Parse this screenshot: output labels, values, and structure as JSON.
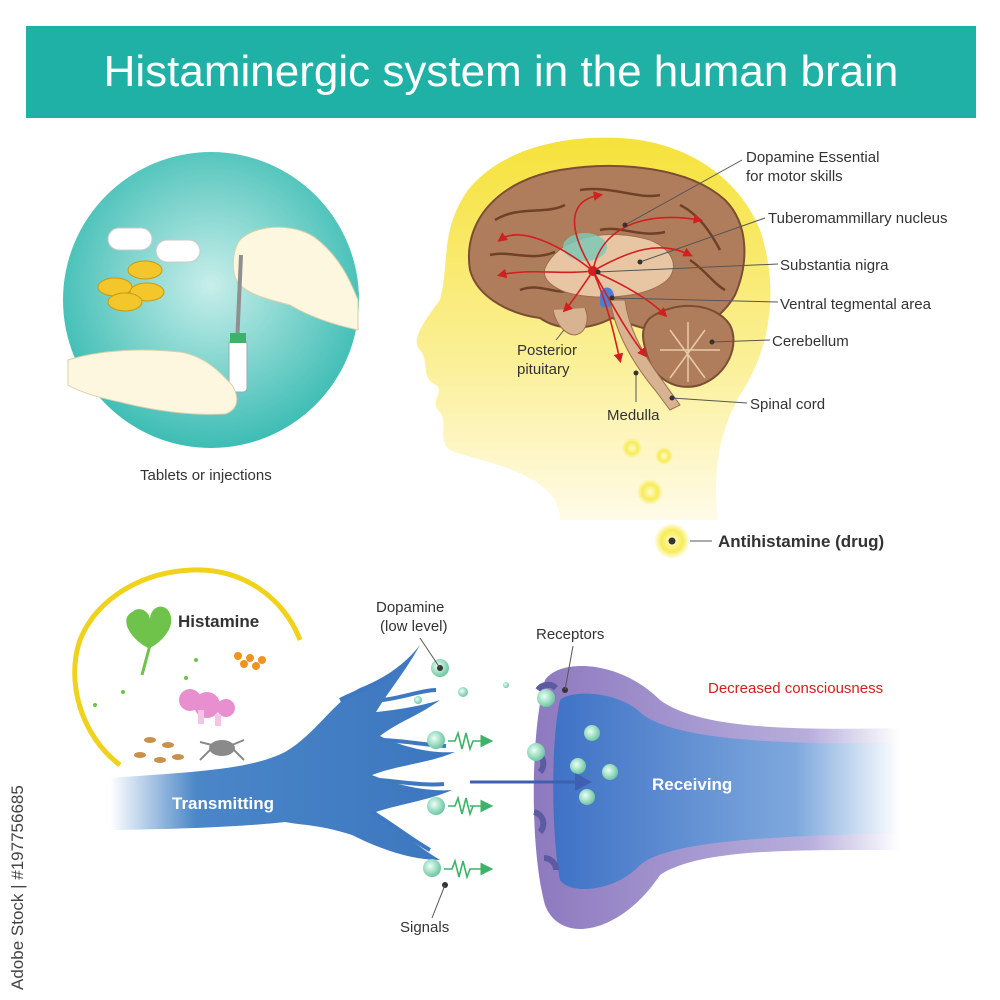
{
  "title": "Histaminergic system in the human brain",
  "caption": "Tablets or injections",
  "brain_labels": {
    "dopamine_line1": "Dopamine Essential",
    "dopamine_line2": "for motor skills",
    "tuberomammillary": "Tuberomammillary nucleus",
    "substantia_nigra": "Substantia nigra",
    "ventral_tegmental": "Ventral tegmental area",
    "cerebellum": "Cerebellum",
    "posterior_line1": "Posterior",
    "posterior_line2": "pituitary",
    "medulla": "Medulla",
    "spinal_cord": "Spinal cord",
    "antihistamine": "Antihistamine (drug)"
  },
  "neuron_labels": {
    "histamine": "Histamine",
    "dopamine_line1": "Dopamine",
    "dopamine_line2": "(low level)",
    "receptors": "Receptors",
    "decreased": "Decreased consciousness",
    "transmitting": "Transmitting",
    "receiving": "Receiving",
    "signals": "Signals"
  },
  "watermark": "Adobe Stock | #197756685",
  "colors": {
    "banner": "#1fb0a6",
    "neuron_blue": "#4a86c8",
    "receptor_purple": "#8d79bf",
    "accent_red": "#d21f1f",
    "glow_yellow": "#f7e84a"
  }
}
